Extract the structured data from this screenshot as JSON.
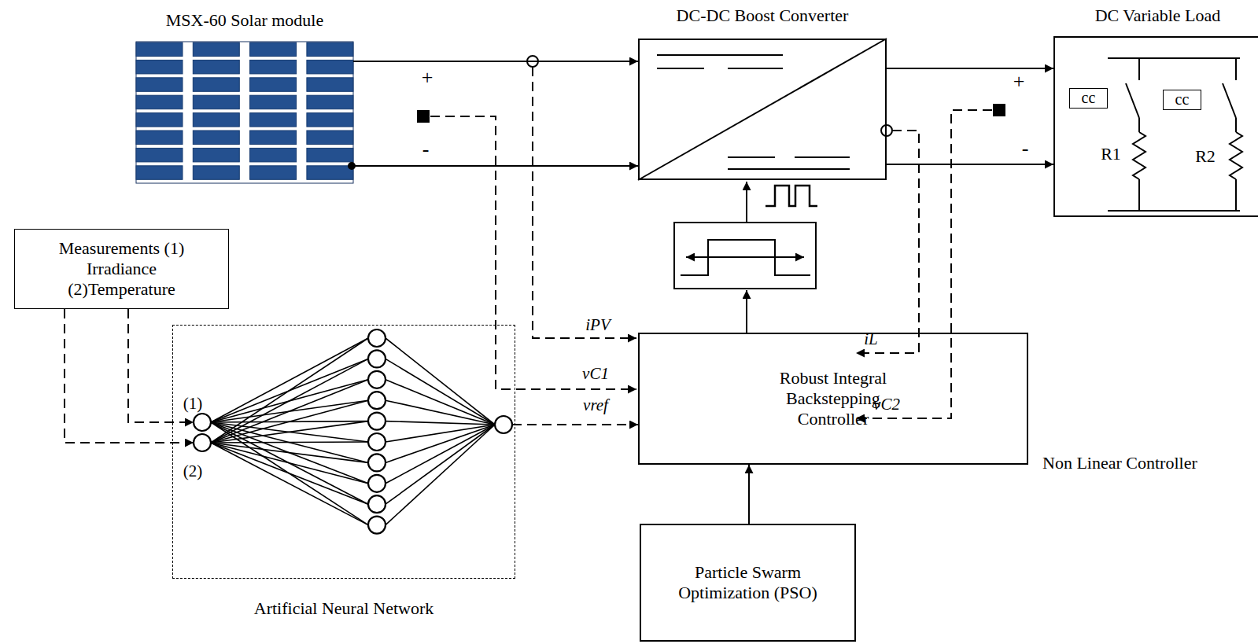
{
  "diagram": {
    "nodes": [
      {
        "text": [
          "MSX-60 Solar module"
        ]
      },
      {
        "text": [
          "DC-DC Boost Converter"
        ]
      },
      {
        "text": [
          "DC Variable Load"
        ]
      },
      {
        "text": [
          "cc"
        ],
        "in": 2
      },
      {
        "text": [
          "cc"
        ],
        "in": 2
      },
      {
        "text": [
          "Measurements (1) Irradiance (2)Temperature"
        ]
      },
      {
        "text": [
          "Artificial Neural Network"
        ]
      },
      {
        "text": [
          "Robust Integral Backstepping Controller",
          "Non Linear Controller"
        ]
      },
      {
        "text": [
          "Particle Swarm Optimization (PSO)"
        ]
      }
    ],
    "edges": [
      {
        "from": 0,
        "to": 1,
        "arrow": "to"
      },
      {
        "from": 0,
        "to": 1,
        "arrow": "to"
      },
      {
        "from": 1,
        "to": 2,
        "arrow": "to"
      },
      {
        "from": 1,
        "to": 2,
        "arrow": "to"
      },
      {
        "from": 5,
        "to": 6,
        "arrow": "to"
      },
      {
        "from": 5,
        "to": 6,
        "arrow": "to"
      },
      {
        "from": 6,
        "to": 7,
        "label": "vref",
        "arrow": "to"
      },
      {
        "from": 8,
        "to": 7,
        "arrow": "to"
      }
    ],
    "labels": [
      "+",
      "-",
      "+",
      "-",
      "(1)",
      "(2)",
      "iPV",
      "vC1",
      "iL",
      "vC2",
      "R1",
      "R2"
    ]
  }
}
